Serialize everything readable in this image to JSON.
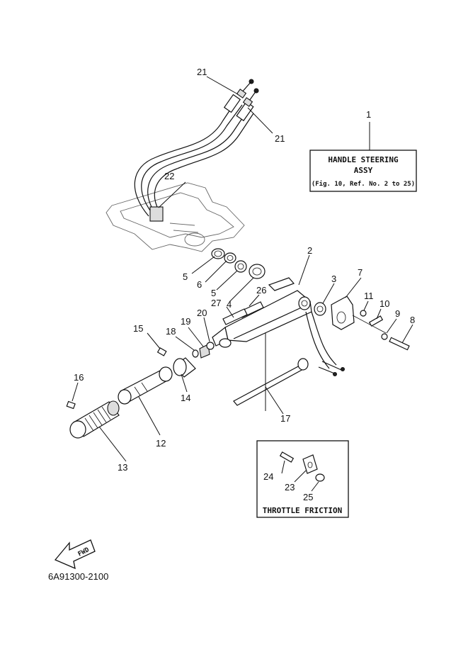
{
  "assembly_box": {
    "ref": "1",
    "line1": "HANDLE STEERING",
    "line2": "ASSY",
    "line3": "(Fig. 10, Ref. No. 2 to 25)"
  },
  "throttle_box": {
    "title": "THROTTLE FRICTION"
  },
  "fwd_label": "FWD",
  "drawing_number": "6A91300-2100",
  "callouts": {
    "c21a": "21",
    "c21b": "21",
    "c22": "22",
    "c2": "2",
    "c3": "3",
    "c7": "7",
    "c5a": "5",
    "c6": "6",
    "c5b": "5",
    "c4": "4",
    "c26": "26",
    "c27": "27",
    "c11": "11",
    "c10": "10",
    "c9": "9",
    "c8": "8",
    "c15": "15",
    "c18": "18",
    "c19": "19",
    "c20": "20",
    "c16": "16",
    "c14": "14",
    "c12": "12",
    "c13": "13",
    "c17": "17",
    "c24": "24",
    "c23": "23",
    "c25": "25"
  }
}
